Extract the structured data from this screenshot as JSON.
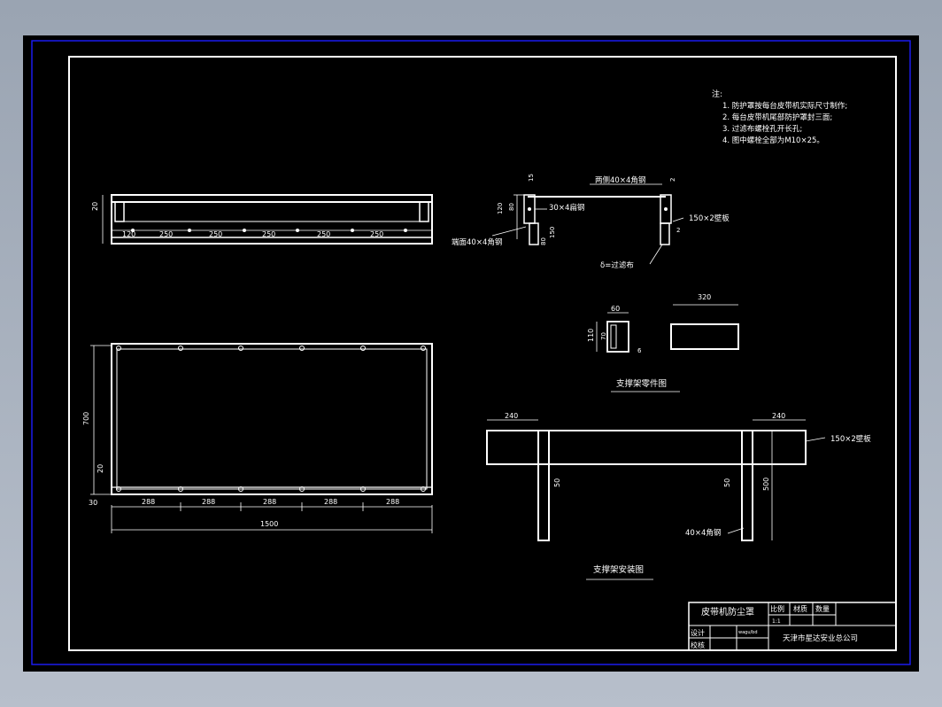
{
  "notes": {
    "title": "注:",
    "items": [
      "1.  防护罩按每台皮带机实际尺寸制作;",
      "2.  每台皮带机尾部防护罩封三面;",
      "3.  过滤布螺栓孔开长孔;",
      "4.  图中螺栓全部为M10×25。"
    ]
  },
  "top_view": {
    "dims": [
      "120",
      "250",
      "250",
      "250",
      "250",
      "250",
      "20"
    ]
  },
  "plan_view": {
    "dims": [
      "288",
      "288",
      "288",
      "288",
      "288"
    ],
    "total": "1500",
    "height": "700",
    "side_a": "20",
    "side_b": "30"
  },
  "section": {
    "label_two_side": "两侧40×4角钢",
    "label_flat": "30×4扁钢",
    "label_end": "端面40×4角钢",
    "label_plate": "150×2壁板",
    "label_filter": "δ=过滤布",
    "d15": "15",
    "d2a": "2",
    "d120": "120",
    "d80": "80",
    "d150": "150",
    "d80b": "80",
    "d2b": "2"
  },
  "parts": {
    "d60": "60",
    "d110": "110",
    "d70": "70",
    "d6": "6",
    "d320": "320",
    "caption": "支撑架零件图"
  },
  "install": {
    "d240a": "240",
    "d240b": "240",
    "label_plate": "150×2壁板",
    "label_angle": "40×4角钢",
    "d50a": "50",
    "d50b": "50",
    "d500": "500",
    "caption": "支撑架安装图"
  },
  "title_block": {
    "drawing_name": "皮带机防尘罩",
    "col_scale": "比例",
    "col_material": "材质",
    "col_qty": "数量",
    "row_design": "设计",
    "row_check": "校核",
    "scale_value": "1:1",
    "sign": "wagu/bd",
    "company": "天津市星达安业总公司"
  }
}
